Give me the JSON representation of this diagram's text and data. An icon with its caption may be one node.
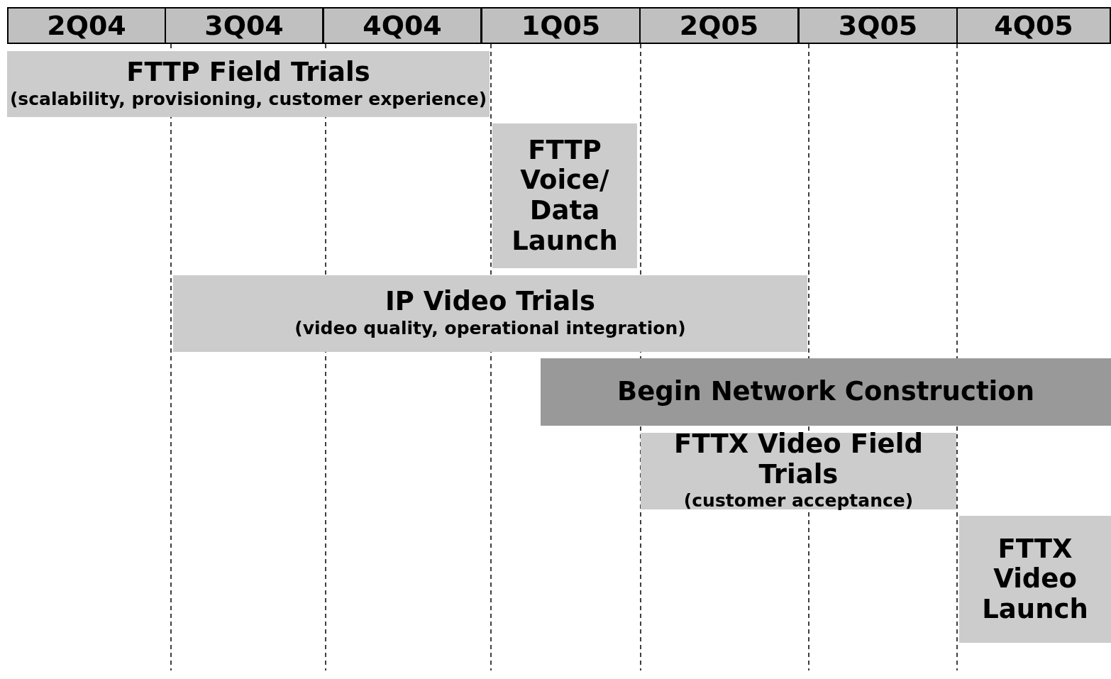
{
  "diagram": {
    "nodes": [
      {
        "text": [
          "2Q04"
        ]
      },
      {
        "text": [
          "3Q04"
        ]
      },
      {
        "text": [
          "4Q04"
        ]
      },
      {
        "text": [
          "1Q05"
        ]
      },
      {
        "text": [
          "2Q05"
        ]
      },
      {
        "text": [
          "3Q05"
        ]
      },
      {
        "text": [
          "4Q05"
        ]
      },
      {
        "text": [
          "FTTP Field Trials",
          "(scalability, provisioning, customer experience)"
        ]
      },
      {
        "text": [
          "FTTP Voice/ Data Launch"
        ]
      },
      {
        "text": [
          "IP Video Trials",
          "(video quality, operational integration)"
        ]
      },
      {
        "text": [
          "Begin Network Construction"
        ]
      },
      {
        "text": [
          "FTTX Video Field Trials",
          "(customer acceptance)"
        ]
      },
      {
        "text": [
          "FTTX Video Launch"
        ]
      }
    ]
  }
}
